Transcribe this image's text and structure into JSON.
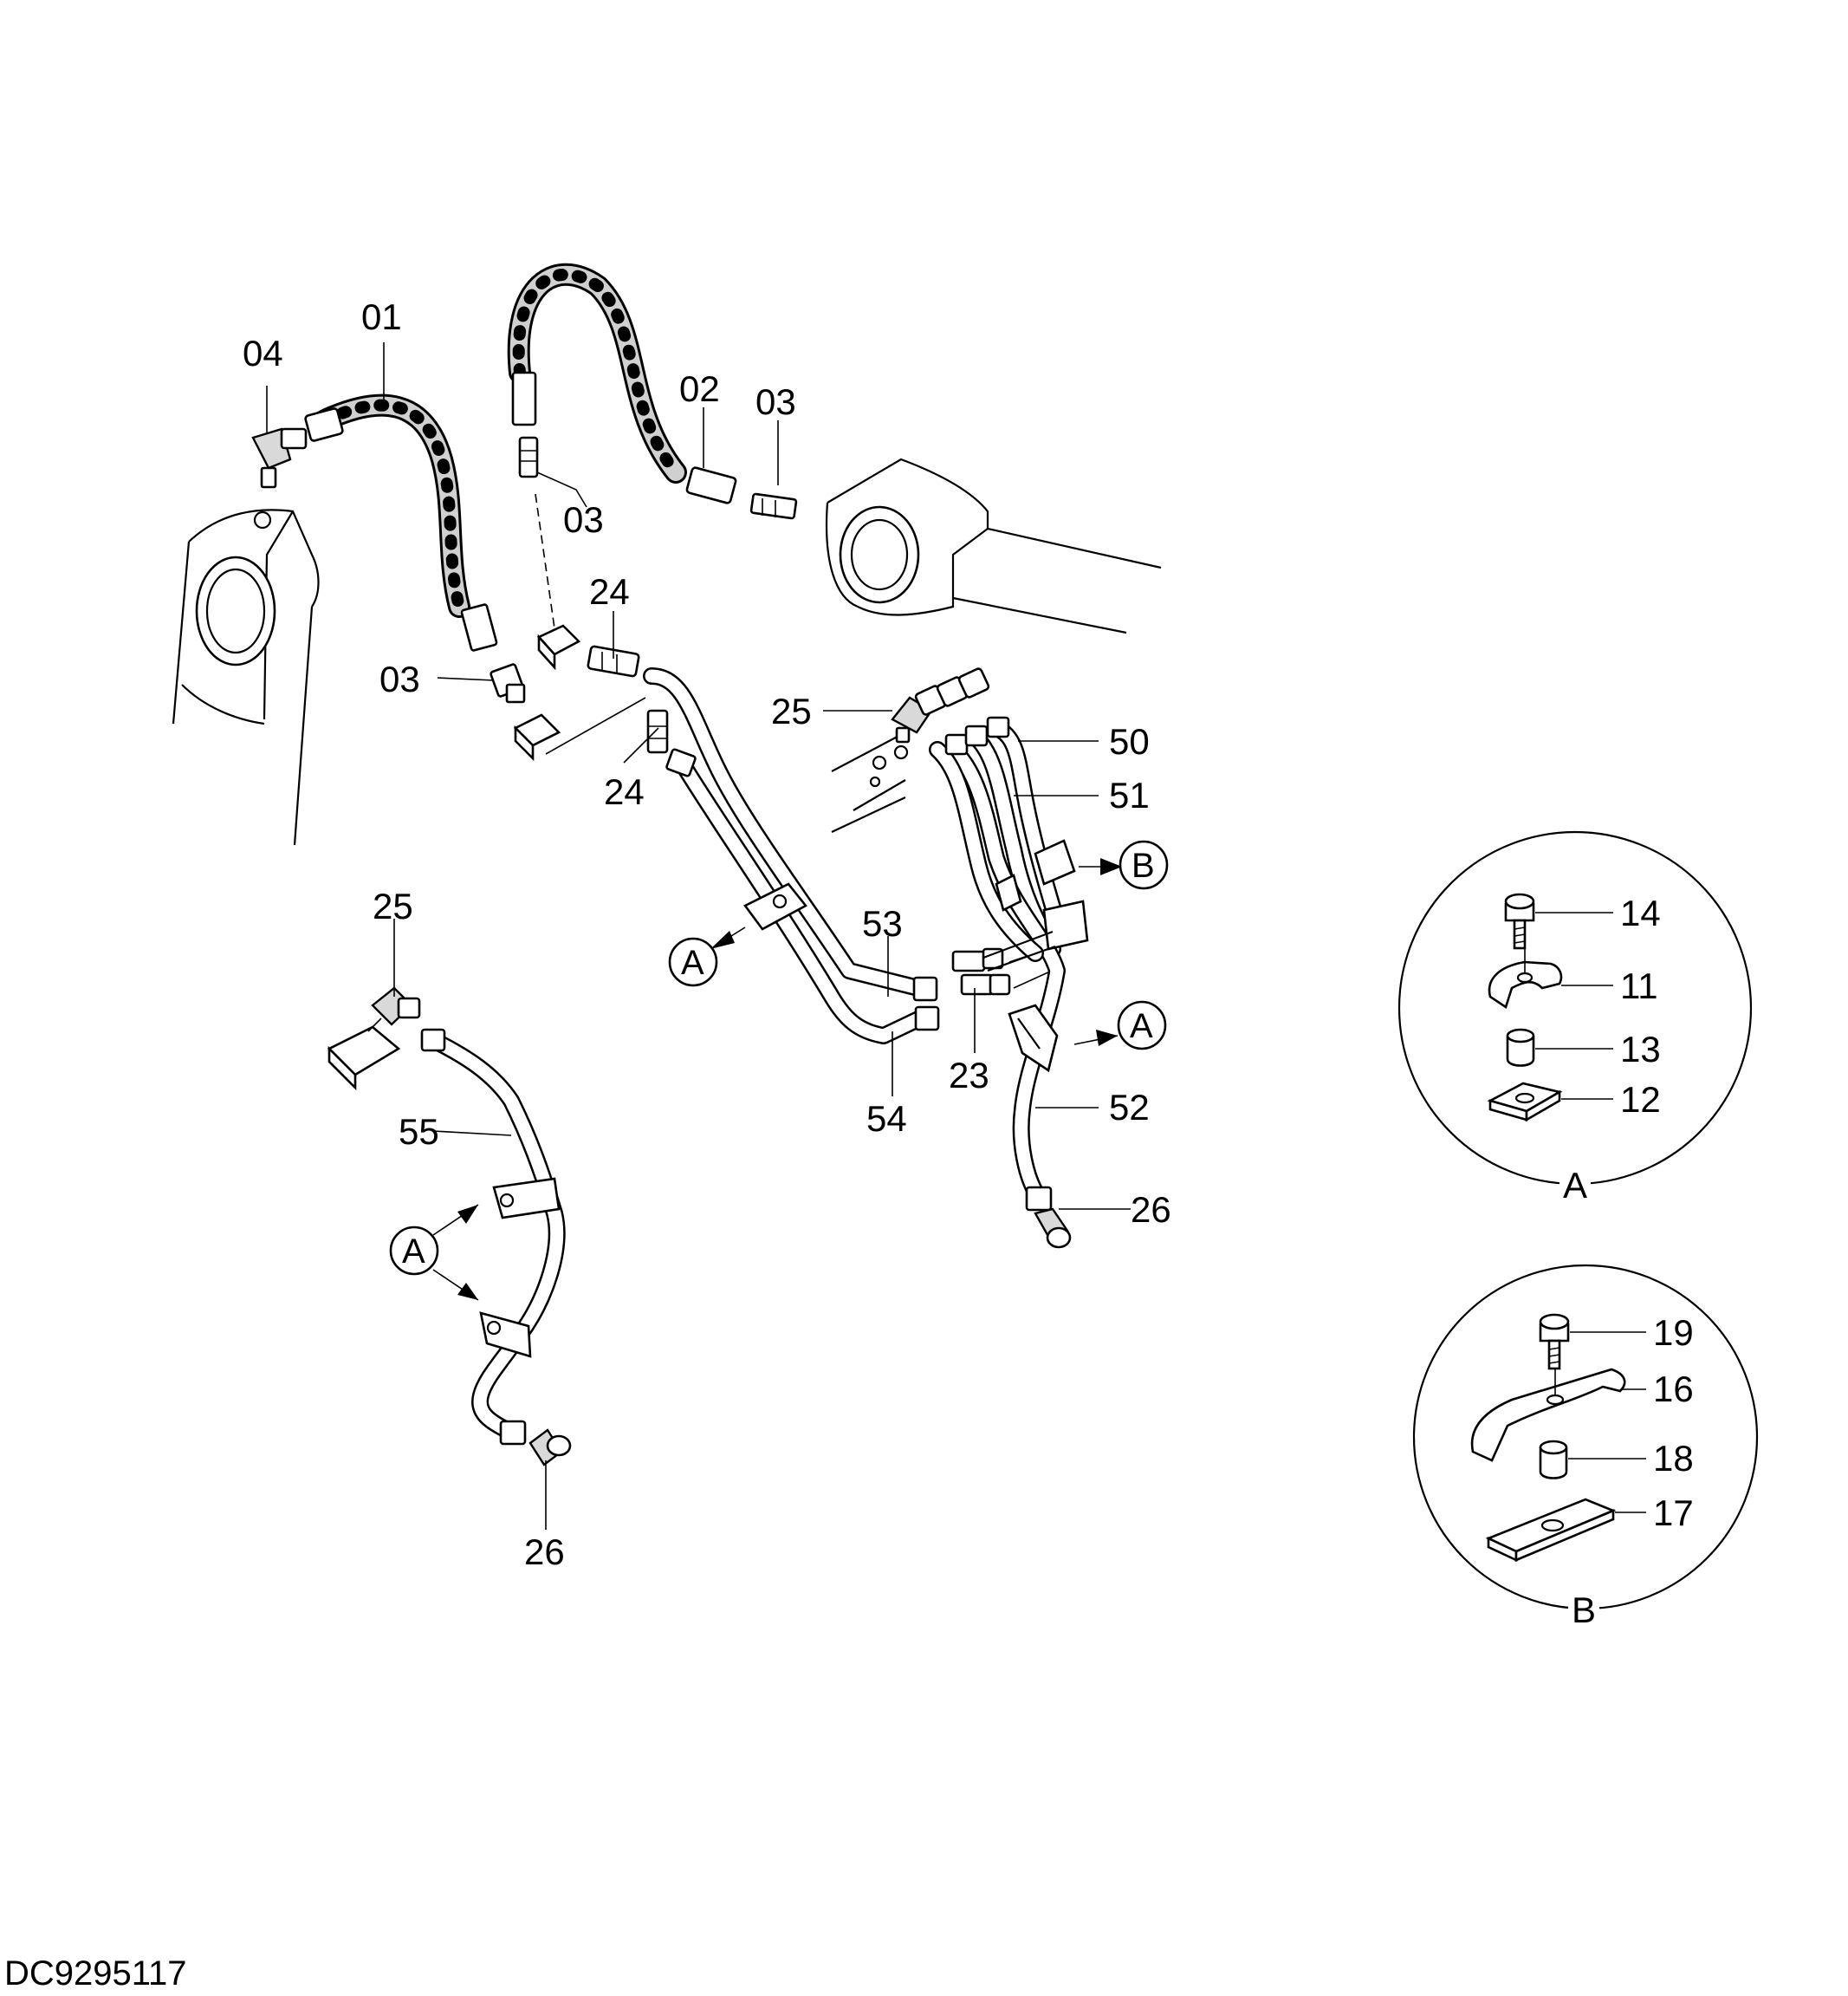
{
  "drawing_number": "DC9295117",
  "callouts": {
    "c01": "01",
    "c02": "02",
    "c03a": "03",
    "c03b": "03",
    "c03c": "03",
    "c04": "04",
    "c24a": "24",
    "c24b": "24",
    "c25a": "25",
    "c25b": "25",
    "c50": "50",
    "c51": "51",
    "c52": "52",
    "c53": "53",
    "c54": "54",
    "c55": "55",
    "c23": "23",
    "c26a": "26",
    "c26b": "26",
    "c14": "14",
    "c11": "11",
    "c13": "13",
    "c12": "12",
    "c19": "19",
    "c16": "16",
    "c18": "18",
    "c17": "17"
  },
  "detail_refs": {
    "a1": "A",
    "a2": "A",
    "a3": "A",
    "b1": "B"
  },
  "detail_views": {
    "a_label": "A",
    "b_label": "B"
  }
}
